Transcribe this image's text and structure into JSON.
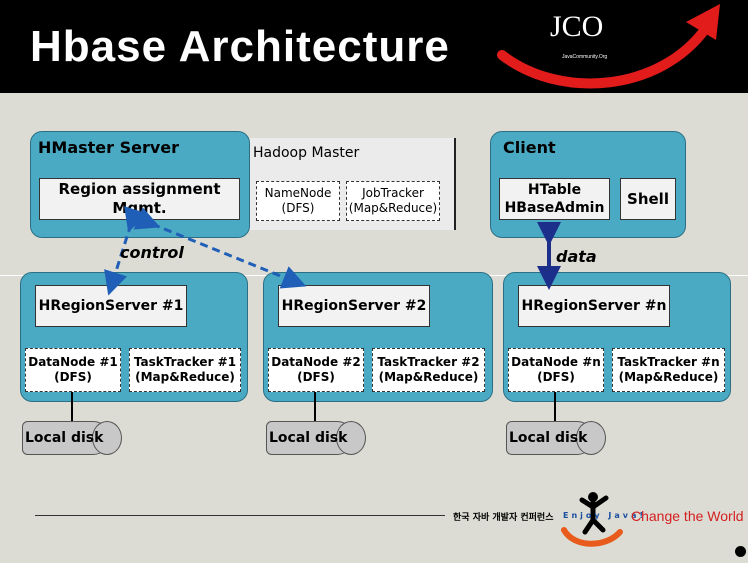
{
  "title": "Hbase Architecture",
  "logo": {
    "mark": "JCO",
    "sub": "JavaCommunity.Org"
  },
  "hmaster": {
    "label": "HMaster Server",
    "region_mgmt": "Region assignment\nMgmt."
  },
  "hadoop_master": {
    "label": "Hadoop Master",
    "namenode": "NameNode\n(DFS)",
    "jobtracker": "JobTracker\n(Map&Reduce)"
  },
  "client": {
    "label": "Client",
    "htable": "HTable\nHBaseAdmin",
    "shell": "Shell"
  },
  "edges": {
    "control": "control",
    "data": "data"
  },
  "regionservers": [
    {
      "label": "HRegionServer #1",
      "datanode": "DataNode #1\n(DFS)",
      "tasktracker": "TaskTracker #1\n(Map&Reduce)",
      "disk": "Local disk"
    },
    {
      "label": "HRegionServer #2",
      "datanode": "DataNode #2\n(DFS)",
      "tasktracker": "TaskTracker #2\n(Map&Reduce)",
      "disk": "Local disk"
    },
    {
      "label": "HRegionServer #n",
      "datanode": "DataNode #n\n(DFS)",
      "tasktracker": "TaskTracker #n\n(Map&Reduce)",
      "disk": "Local disk"
    }
  ],
  "footer": {
    "conference": "한국 자바 개발자 컨퍼런스",
    "enjoy": "Enjoy Java!",
    "slogan": "Change the World"
  },
  "colors": {
    "panel": "#4aaac4",
    "arrow_dashed": "#1f5fb8",
    "arrow_data": "#1c2f8a",
    "accent_red": "#e21b1b",
    "slogan": "#d42020"
  }
}
